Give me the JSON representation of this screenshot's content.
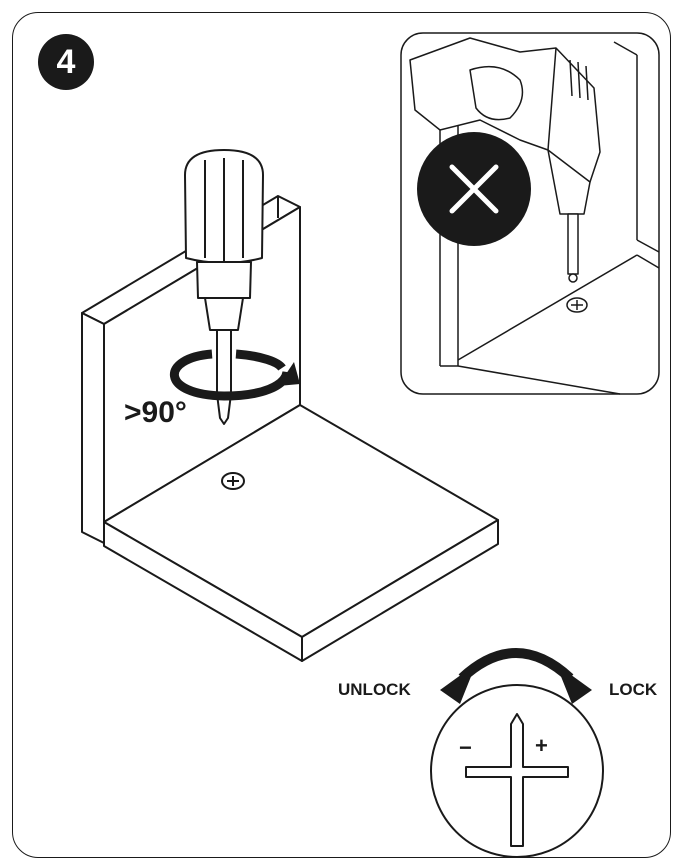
{
  "step": {
    "number": "4"
  },
  "main": {
    "rotation_label": ">90°"
  },
  "inset": {
    "icon": "x-icon",
    "meaning": "wrong"
  },
  "lock_diagram": {
    "unlock_label": "UNLOCK",
    "lock_label": "LOCK",
    "minus_sign": "−",
    "plus_sign": "+"
  },
  "colors": {
    "ink": "#1a1a1a",
    "paper": "#ffffff"
  }
}
